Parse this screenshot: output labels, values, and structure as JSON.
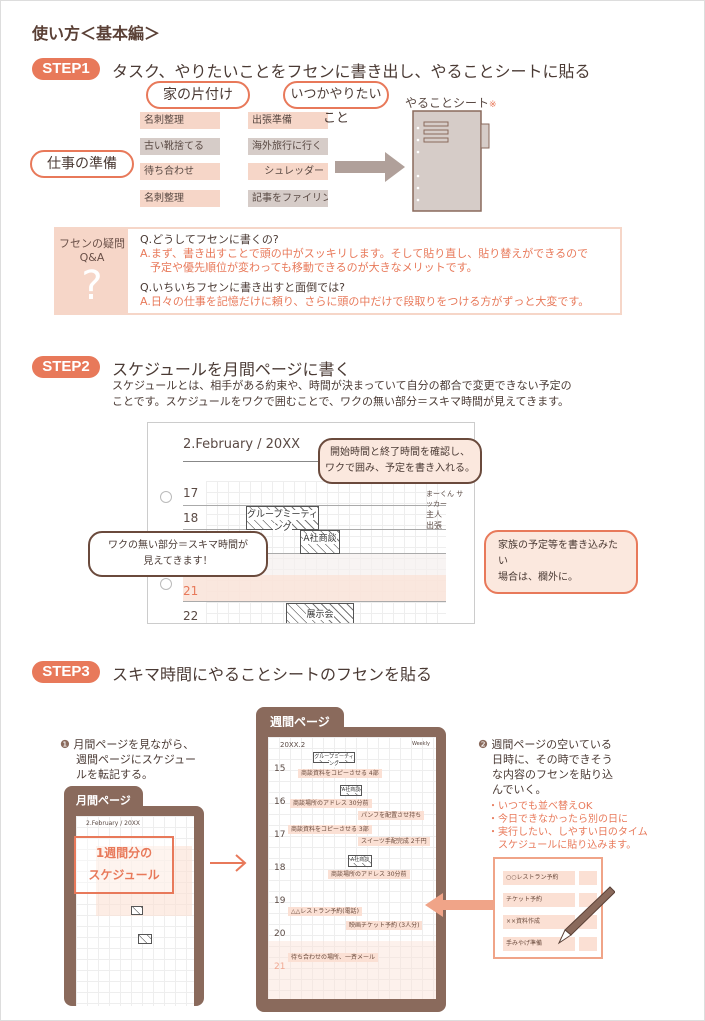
{
  "title": "使い方＜基本編＞",
  "step1": {
    "badge": "STEP1",
    "heading": "タスク、やりたいことをフセンに書き出し、やることシートに貼る",
    "notes": [
      "名刺整理",
      "出張準備",
      "古い靴捨てる",
      "海外旅行に行く",
      "待ち合わせ",
      "シュレッダー",
      "名刺整理",
      "記事をファイリング"
    ],
    "bubbles": [
      "家の片付け",
      "いつかやりたいこと",
      "仕事の準備"
    ],
    "sheet_label": "やることシート",
    "sheet_mark": "※"
  },
  "qa": {
    "label": "フセンの疑問",
    "label2": "Q&A",
    "mark": "?",
    "q1": "Q.どうしてフセンに書くの?",
    "a1a": "A.まず、書き出すことで頭の中がスッキリします。そして貼り直し、貼り替えができるので",
    "a1b": "予定や優先順位が変わっても移動できるのが大きなメリットです。",
    "q2": "Q.いちいちフセンに書き出すと面倒では?",
    "a2": "A.日々の仕事を記憶だけに頼り、さらに頭の中だけで段取りをつける方がずっと大変です。"
  },
  "step2": {
    "badge": "STEP2",
    "heading": "スケジュールを月間ページに書く",
    "desc1": "スケジュールとは、相手がある約束や、時間が決まっていて自分の都合で変更できない予定の",
    "desc2": "ことです。スケジュールをワクで囲むことで、ワクの無い部分＝スキマ時間が見えてきます。",
    "cal_title": "2.February / 20XX",
    "days": [
      "17",
      "18",
      "19",
      "20",
      "21",
      "22"
    ],
    "events": [
      "グループミーティング",
      "A社商談",
      "展示会"
    ],
    "side_notes": [
      "まーくん サッカー",
      "主人 出張"
    ],
    "bubble1a": "開始時間と終了時間を確認し、",
    "bubble1b": "ワクで囲み、予定を書き入れる。",
    "bubble2a": "ワクの無い部分＝スキマ時間が",
    "bubble2b": "見えてきます！",
    "bubble3a": "家族の予定等を書き込みたい",
    "bubble3b": "場合は、欄外に。"
  },
  "step3": {
    "badge": "STEP3",
    "heading": "スキマ時間にやることシートのフセンを貼る",
    "item1_num": "❶",
    "item1a": "月間ページを見ながら、",
    "item1b": "週間ページにスケジュー",
    "item1c": "ルを転記する。",
    "monthly_tab": "月間ページ",
    "monthly_title": "2.February / 20XX",
    "monthly_hl1": "1週間分の",
    "monthly_hl2": "スケジュール",
    "weekly_tab": "週間ページ",
    "weekly_title": "20XX.2",
    "weekly_label": "Weekly",
    "weekly_days": [
      "15",
      "16",
      "17",
      "18",
      "19",
      "20",
      "21"
    ],
    "weekly_notes": [
      "グループミーティング",
      "商談資料をコピーさせる 4部",
      "A社商談",
      "商談場所のアドレス 30分前",
      "パンフを配置させ持ち",
      "商談資料をコピーさせる 3部",
      "スイーツ手配完成 2千円",
      "A社商談",
      "商談場所のアドレス 30分前",
      "△△レストラン予約(電話)",
      "映画チケット予約 (3人分)",
      "待ち合わせの場所、一斉メール"
    ],
    "item2_num": "❷",
    "item2a": "週間ページの空いている",
    "item2b": "日時に、その時できそう",
    "item2c": "な内容のフセンを貼り込",
    "item2d": "んでいく。",
    "bullets": [
      "・いつでも並べ替えOK",
      "・今日できなかったら別の日に",
      "・実行したい、しやすい日のタイム",
      "　スケジュールに貼り込みます。"
    ],
    "sheet_notes": [
      "○○レストラン予約",
      "チケット予約",
      "××資料作成",
      "手みやげ準備"
    ]
  }
}
